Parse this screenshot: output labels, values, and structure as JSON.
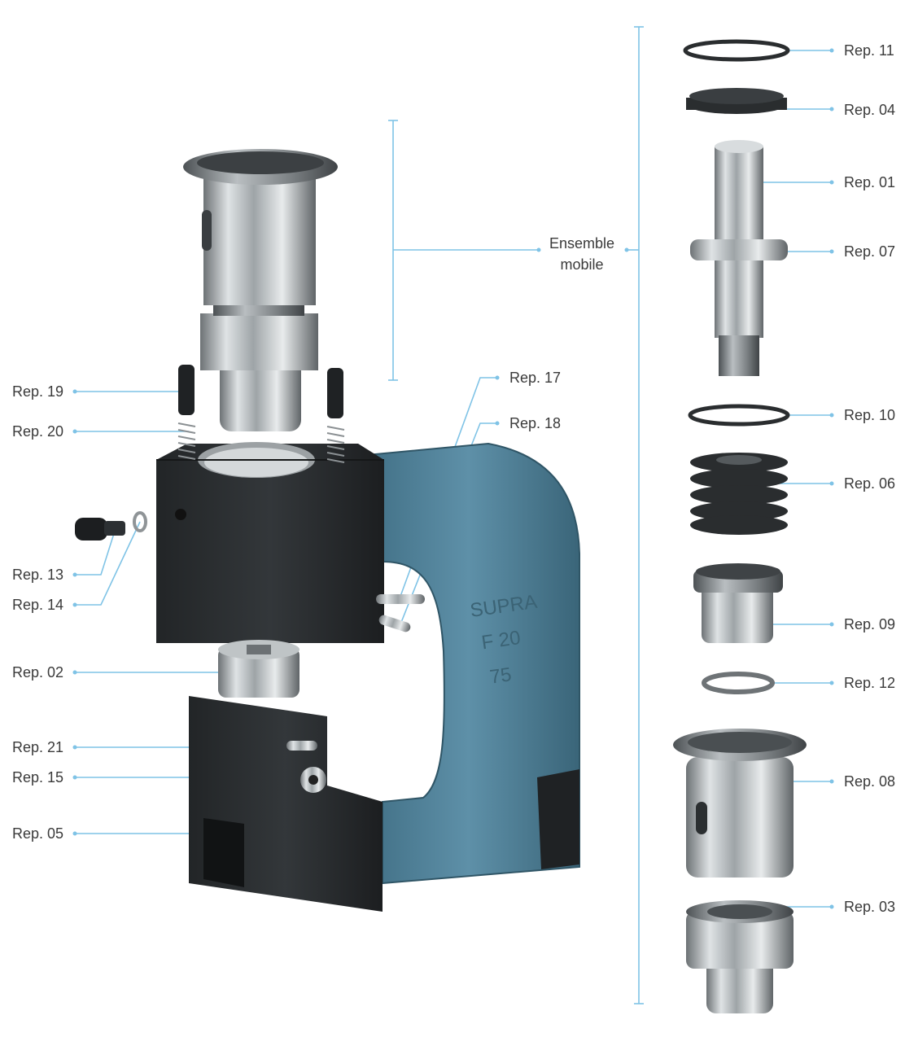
{
  "colors": {
    "leader_line": "#7fc3e6",
    "frame_blue": "#4f7f96",
    "block_black": "#2a2d2f",
    "steel": "#a9aeb1",
    "label_text": "#3a3a3a"
  },
  "group_label": {
    "line1": "Ensemble",
    "line2": "mobile"
  },
  "frame_embossing": {
    "line1": "SUPRA",
    "line2": "F 20",
    "line3": "75"
  },
  "right_labels": [
    {
      "id": "rep-11",
      "text": "Rep. 11"
    },
    {
      "id": "rep-04",
      "text": "Rep. 04"
    },
    {
      "id": "rep-01",
      "text": "Rep. 01"
    },
    {
      "id": "rep-07",
      "text": "Rep. 07"
    },
    {
      "id": "rep-10",
      "text": "Rep. 10"
    },
    {
      "id": "rep-06",
      "text": "Rep. 06"
    },
    {
      "id": "rep-09",
      "text": "Rep. 09"
    },
    {
      "id": "rep-12",
      "text": "Rep. 12"
    },
    {
      "id": "rep-08",
      "text": "Rep. 08"
    },
    {
      "id": "rep-03",
      "text": "Rep. 03"
    }
  ],
  "left_labels": [
    {
      "id": "rep-19",
      "text": "Rep. 19"
    },
    {
      "id": "rep-20",
      "text": "Rep. 20"
    },
    {
      "id": "rep-13",
      "text": "Rep. 13"
    },
    {
      "id": "rep-14",
      "text": "Rep. 14"
    },
    {
      "id": "rep-02",
      "text": "Rep. 02"
    },
    {
      "id": "rep-21",
      "text": "Rep. 21"
    },
    {
      "id": "rep-15",
      "text": "Rep. 15"
    },
    {
      "id": "rep-05",
      "text": "Rep. 05"
    }
  ],
  "middle_labels": [
    {
      "id": "rep-17",
      "text": "Rep. 17"
    },
    {
      "id": "rep-18",
      "text": "Rep. 18"
    }
  ]
}
